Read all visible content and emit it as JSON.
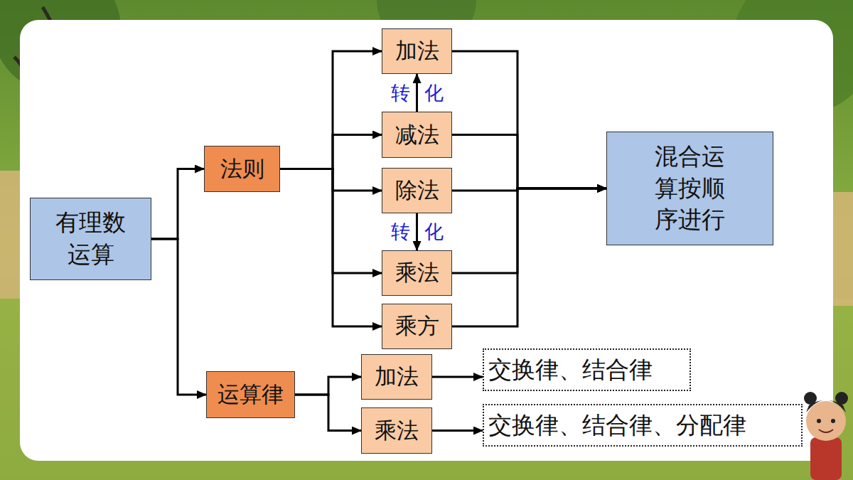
{
  "diagram": {
    "nodes": [
      {
        "text": [
          "有理数运算"
        ]
      },
      {
        "text": [
          "法则"
        ]
      },
      {
        "text": [
          "加法"
        ]
      },
      {
        "text": [
          "减法"
        ]
      },
      {
        "text": [
          "除法"
        ]
      },
      {
        "text": [
          "乘法"
        ]
      },
      {
        "text": [
          "乘方"
        ]
      },
      {
        "text": [
          "混合运算按顺序进行"
        ]
      },
      {
        "text": [
          "运算律"
        ]
      },
      {
        "text": [
          "加法"
        ]
      },
      {
        "text": [
          "乘法"
        ]
      },
      {
        "text": [
          "交换律、结合律"
        ]
      },
      {
        "text": [
          "交换律、结合律、分配律"
        ]
      }
    ],
    "edges": [
      {
        "from": 0,
        "to": 1,
        "arrow": "to"
      },
      {
        "from": 0,
        "to": 8,
        "arrow": "to"
      },
      {
        "from": 1,
        "to": 2,
        "arrow": "to"
      },
      {
        "from": 1,
        "to": 3,
        "arrow": "to"
      },
      {
        "from": 1,
        "to": 4,
        "arrow": "to"
      },
      {
        "from": 1,
        "to": 5,
        "arrow": "to"
      },
      {
        "from": 1,
        "to": 6,
        "arrow": "to"
      },
      {
        "from": 3,
        "to": 2,
        "label": "转化",
        "arrow": "to"
      },
      {
        "from": 4,
        "to": 5,
        "label": "转化",
        "arrow": "to"
      },
      {
        "from": 2,
        "to": 7,
        "arrow": "to"
      },
      {
        "from": 3,
        "to": 7,
        "arrow": "to"
      },
      {
        "from": 4,
        "to": 7,
        "arrow": "to"
      },
      {
        "from": 5,
        "to": 7,
        "arrow": "to"
      },
      {
        "from": 6,
        "to": 7,
        "arrow": "to"
      },
      {
        "from": 8,
        "to": 9,
        "arrow": "to"
      },
      {
        "from": 8,
        "to": 10,
        "arrow": "to"
      },
      {
        "from": 9,
        "to": 11,
        "arrow": "to"
      },
      {
        "from": 10,
        "to": 12,
        "arrow": "to"
      }
    ]
  }
}
